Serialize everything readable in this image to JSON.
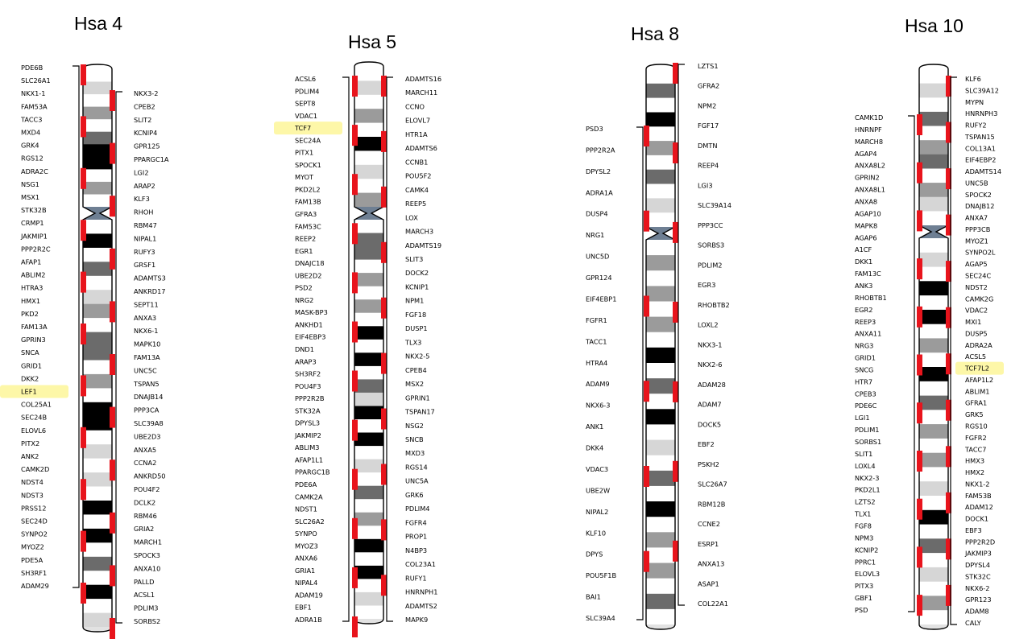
{
  "chromosomes": [
    {
      "title": "Hsa 4",
      "bands": [
        [
          "w"
        ],
        [
          "l"
        ],
        [
          "w"
        ],
        [
          "g"
        ],
        [
          "w"
        ],
        [
          "d"
        ],
        [
          "b"
        ],
        [
          "b"
        ],
        [
          "w"
        ],
        [
          "g"
        ],
        [
          "w"
        ],
        [
          "cen"
        ],
        [
          "w"
        ],
        [
          "b"
        ],
        [
          "w"
        ],
        [
          "d"
        ],
        [
          "w"
        ],
        [
          "l"
        ],
        [
          "g"
        ],
        [
          "w"
        ],
        [
          "d"
        ],
        [
          "d"
        ],
        [
          "w"
        ],
        [
          "g"
        ],
        [
          "w"
        ],
        [
          "b"
        ],
        [
          "b"
        ],
        [
          "w"
        ],
        [
          "l"
        ],
        [
          "w"
        ],
        [
          "l"
        ],
        [
          "w"
        ],
        [
          "b"
        ],
        [
          "w"
        ],
        [
          "b"
        ],
        [
          "w"
        ],
        [
          "d"
        ],
        [
          "w"
        ],
        [
          "b"
        ],
        [
          "w"
        ],
        [
          "l"
        ]
      ],
      "labels": {
        "left": [
          "PDE6B",
          "SLC26A1",
          "NKX1-1",
          "FAM53A",
          "TACC3",
          "MXD4",
          "GRK4",
          "RGS12",
          "ADRA2C",
          "NSG1",
          "MSX1",
          "STK32B",
          "CRMP1",
          "JAKMIP1",
          "PPP2R2C",
          "AFAP1",
          "ABLIM2",
          "HTRA3",
          "HMX1",
          "PKD2",
          "FAM13A",
          "GPRIN3",
          "SNCA",
          "GRID1",
          "DKK2",
          "LEF1",
          "COL25A1",
          "SEC24B",
          "ELOVL6",
          "PITX2",
          "ANK2",
          "CAMK2D",
          "NDST4",
          "NDST3",
          "PRSS12",
          "SEC24D",
          "SYNPO2",
          "MYOZ2",
          "PDE5A",
          "SH3RF1",
          "ADAM29"
        ],
        "right": [
          "NKX3-2",
          "CPEB2",
          "SLIT2",
          "KCNIP4",
          "GPR125",
          "PPARGC1A",
          "LGI2",
          "ARAP2",
          "KLF3",
          "RHOH",
          "RBM47",
          "NIPAL1",
          "RUFY3",
          "GRSF1",
          "ADAMTS3",
          "ANKRD17",
          "SEPT11",
          "ANXA3",
          "NKX6-1",
          "MAPK10",
          "FAM13A",
          "UNC5C",
          "TSPAN5",
          "DNAJB14",
          "PPP3CA",
          "SLC39A8",
          "UBE2D3",
          "ANXA5",
          "CCNA2",
          "ANKRD50",
          "POU4F2",
          "DCLK2",
          "RBM46",
          "GRIA2",
          "MARCH1",
          "SPOCK3",
          "ANXA10",
          "PALLD",
          "ACSL1",
          "PDLIM3",
          "SORBS2"
        ]
      },
      "highlight": [
        "LEF1"
      ]
    },
    {
      "title": "Hsa 5",
      "bands": [
        [
          "w"
        ],
        [
          "l"
        ],
        [
          "w"
        ],
        [
          "g"
        ],
        [
          "w"
        ],
        [
          "b"
        ],
        [
          "w"
        ],
        [
          "l"
        ],
        [
          "w"
        ],
        [
          "g"
        ],
        [
          "cen"
        ],
        [
          "w"
        ],
        [
          "d"
        ],
        [
          "d"
        ],
        [
          "w"
        ],
        [
          "g"
        ],
        [
          "w"
        ],
        [
          "g"
        ],
        [
          "w"
        ],
        [
          "b"
        ],
        [
          "w"
        ],
        [
          "b"
        ],
        [
          "w"
        ],
        [
          "d"
        ],
        [
          "l"
        ],
        [
          "b"
        ],
        [
          "w"
        ],
        [
          "b"
        ],
        [
          "w"
        ],
        [
          "l"
        ],
        [
          "w"
        ],
        [
          "d"
        ],
        [
          "w"
        ],
        [
          "g"
        ],
        [
          "w"
        ],
        [
          "b"
        ],
        [
          "w"
        ],
        [
          "b"
        ],
        [
          "w"
        ],
        [
          "l"
        ],
        [
          "w"
        ]
      ],
      "labels": {
        "left": [
          "ACSL6",
          "PDLIM4",
          "SEPT8",
          "VDAC1",
          "TCF7",
          "SEC24A",
          "PITX1",
          "SPOCK1",
          "MYOT",
          "PKD2L2",
          "FAM13B",
          "GFRA3",
          "FAM53C",
          "REEP2",
          "EGR1",
          "DNAJC18",
          "UBE2D2",
          "PSD2",
          "NRG2",
          "MASK-BP3",
          "ANKHD1",
          "EIF4EBP3",
          "DND1",
          "ARAP3",
          "SH3RF2",
          "POU4F3",
          "PPP2R2B",
          "STK32A",
          "DPYSL3",
          "JAKMIP2",
          "ABLIM3",
          "AFAP1L1",
          "PPARGC1B",
          "PDE6A",
          "CAMK2A",
          "NDST1",
          "SLC26A2",
          "SYNPO",
          "MYOZ3",
          "ANXA6",
          "GRIA1",
          "NIPAL4",
          "ADAM19",
          "EBF1",
          "ADRA1B"
        ],
        "right": [
          "ADAMTS16",
          "MARCH11",
          "CCNO",
          "ELOVL7",
          "HTR1A",
          "ADAMTS6",
          "CCNB1",
          "POU5F2",
          "CAMK4",
          "REEP5",
          "LOX",
          "MARCH3",
          "ADAMTS19",
          "SLIT3",
          "DOCK2",
          "KCNIP1",
          "NPM1",
          "FGF18",
          "DUSP1",
          "TLX3",
          "NKX2-5",
          "CPEB4",
          "MSX2",
          "GPRIN1",
          "TSPAN17",
          "NSG2",
          "SNCB",
          "MXD3",
          "RGS14",
          "UNC5A",
          "GRK6",
          "PDLIM4",
          "FGFR4",
          "PROP1",
          "N4BP3",
          "COL23A1",
          "RUFY1",
          "HNRNPH1",
          "ADAMTS2",
          "MAPK9"
        ]
      },
      "highlight": [
        "TCF7"
      ]
    },
    {
      "title": "Hsa 8",
      "bands": [
        [
          "w"
        ],
        [
          "d"
        ],
        [
          "w"
        ],
        [
          "b"
        ],
        [
          "w"
        ],
        [
          "g"
        ],
        [
          "w"
        ],
        [
          "d"
        ],
        [
          "w"
        ],
        [
          "l"
        ],
        [
          "w"
        ],
        [
          "cen"
        ],
        [
          "w"
        ],
        [
          "g"
        ],
        [
          "w"
        ],
        [
          "g"
        ],
        [
          "w"
        ],
        [
          "g"
        ],
        [
          "w"
        ],
        [
          "b"
        ],
        [
          "w"
        ],
        [
          "d"
        ],
        [
          "w"
        ],
        [
          "b"
        ],
        [
          "w"
        ],
        [
          "l"
        ],
        [
          "w"
        ],
        [
          "d"
        ],
        [
          "w"
        ],
        [
          "b"
        ],
        [
          "w"
        ],
        [
          "g"
        ],
        [
          "w"
        ],
        [
          "g"
        ],
        [
          "w"
        ],
        [
          "d"
        ],
        [
          "w"
        ]
      ],
      "labels": {
        "left": [
          "PSD3",
          "PPP2R2A",
          "DPYSL2",
          "ADRA1A",
          "DUSP4",
          "NRG1",
          "UNC5D",
          "GPR124",
          "EIF4EBP1",
          "FGFR1",
          "TACC1",
          "HTRA4",
          "ADAM9",
          "NKX6-3",
          "ANK1",
          "DKK4",
          "VDAC3",
          "UBE2W",
          "NIPAL2",
          "KLF10",
          "DPYS",
          "POU5F1B",
          "BAI1",
          "SLC39A4"
        ],
        "right": [
          "LZTS1",
          "GFRA2",
          "NPM2",
          "FGF17",
          "DMTN",
          "REEP4",
          "LGI3",
          "SLC39A14",
          "PPP3CC",
          "SORBS3",
          "PDLIM2",
          "EGR3",
          "RHOBTB2",
          "LOXL2",
          "NKX3-1",
          "NKX2-6",
          "ADAM28",
          "ADAM7",
          "DOCK5",
          "EBF2",
          "PSKH2",
          "SLC26A7",
          "RBM12B",
          "CCNE2",
          "ESRP1",
          "ANXA13",
          "ASAP1",
          "COL22A1"
        ]
      },
      "highlight": []
    },
    {
      "title": "Hsa 10",
      "bands": [
        [
          "w"
        ],
        [
          "l"
        ],
        [
          "w"
        ],
        [
          "d"
        ],
        [
          "w"
        ],
        [
          "g"
        ],
        [
          "d"
        ],
        [
          "w"
        ],
        [
          "g"
        ],
        [
          "l"
        ],
        [
          "w"
        ],
        [
          "cen"
        ],
        [
          "w"
        ],
        [
          "l"
        ],
        [
          "w"
        ],
        [
          "b"
        ],
        [
          "w"
        ],
        [
          "b"
        ],
        [
          "w"
        ],
        [
          "g"
        ],
        [
          "w"
        ],
        [
          "b"
        ],
        [
          "w"
        ],
        [
          "d"
        ],
        [
          "w"
        ],
        [
          "g"
        ],
        [
          "w"
        ],
        [
          "g"
        ],
        [
          "w"
        ],
        [
          "l"
        ],
        [
          "w"
        ],
        [
          "b"
        ],
        [
          "w"
        ],
        [
          "d"
        ],
        [
          "w"
        ],
        [
          "l"
        ],
        [
          "w"
        ],
        [
          "g"
        ],
        [
          "w"
        ]
      ],
      "labels": {
        "left": [
          "CAMK1D",
          "HNRNPF",
          "MARCH8",
          "AGAP4",
          "ANXA8L2",
          "GPRIN2",
          "ANXA8L1",
          "ANXA8",
          "AGAP10",
          "MAPK8",
          "AGAP6",
          "A1CF",
          "DKK1",
          "FAM13C",
          "ANK3",
          "RHOBTB1",
          "EGR2",
          "REEP3",
          "ANXA11",
          "NRG3",
          "GRID1",
          "SNCG",
          "HTR7",
          "CPEB3",
          "PDE6C",
          "LGI1",
          "PDLIM1",
          "SORBS1",
          "SLIT1",
          "LOXL4",
          "NKX2-3",
          "PKD2L1",
          "LZTS2",
          "TLX1",
          "FGF8",
          "NPM3",
          "KCNIP2",
          "PPRC1",
          "ELOVL3",
          "PITX3",
          "GBF1",
          "PSD"
        ],
        "right": [
          "KLF6",
          "SLC39A12",
          "MYPN",
          "HNRNPH3",
          "RUFY2",
          "TSPAN15",
          "COL13A1",
          "EIF4EBP2",
          "ADAMTS14",
          "UNC5B",
          "SPOCK2",
          "DNAJB12",
          "ANXA7",
          "PPP3CB",
          "MYOZ1",
          "SYNPO2L",
          "AGAP5",
          "SEC24C",
          "NDST2",
          "CAMK2G",
          "VDAC2",
          "MXI1",
          "DUSP5",
          "ADRA2A",
          "ACSL5",
          "TCF7L2",
          "AFAP1L2",
          "ABLIM1",
          "GFRA1",
          "GRK5",
          "RGS10",
          "FGFR2",
          "TACC7",
          "HMX3",
          "HMX2",
          "NKX1-2",
          "FAM53B",
          "ADAM12",
          "DOCK1",
          "EBF3",
          "PPP2R2D",
          "JAKMIP3",
          "DPYSL4",
          "STK32C",
          "NKX6-2",
          "GPR123",
          "ADAM8",
          "CALY"
        ]
      },
      "highlight": [
        "TCF7L2"
      ]
    }
  ],
  "colors": {
    "marker": "#e8141c",
    "highlight": "#fdf7a8",
    "band_w": "#ffffff",
    "band_l": "#d6d6d6",
    "band_g": "#9b9b9b",
    "band_d": "#6b6b6b",
    "band_b": "#000000",
    "centromere": "#6e7f93"
  }
}
